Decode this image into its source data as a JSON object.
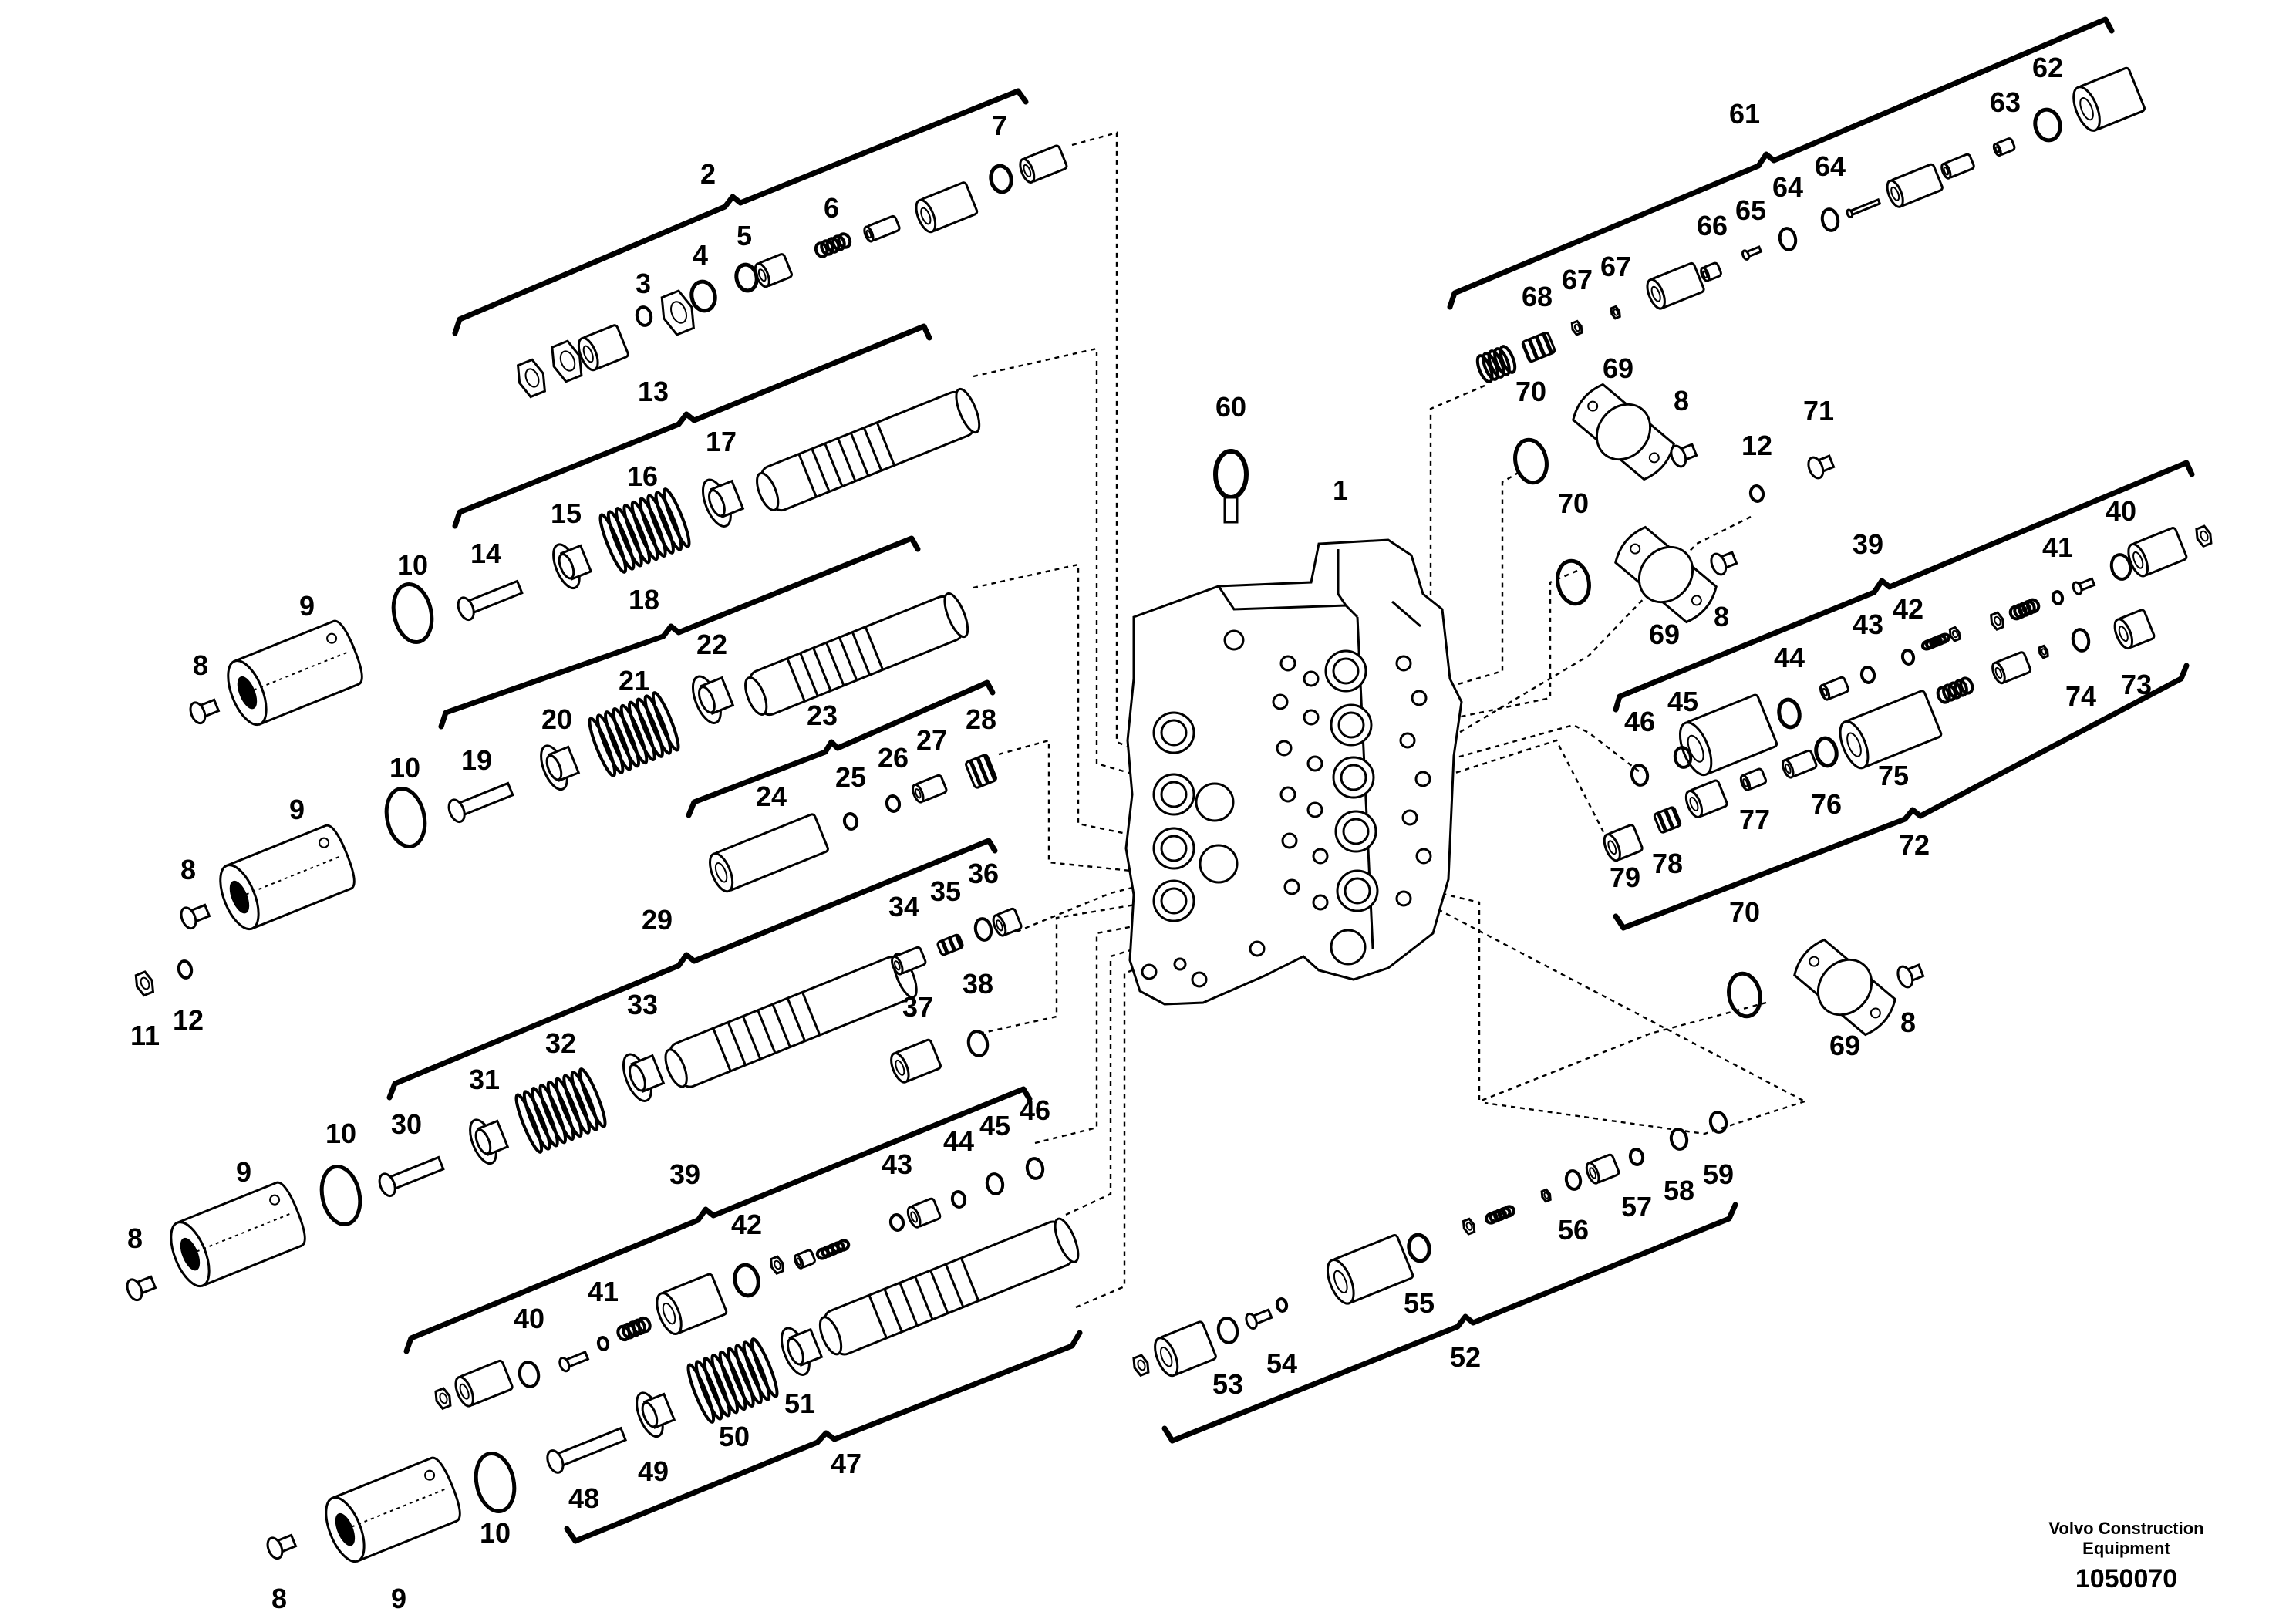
{
  "diagram": {
    "brand_line1": "Volvo Construction",
    "brand_line2": "Equipment",
    "figure_number": "1050070",
    "callouts": [
      {
        "id": "c1",
        "label": "1"
      },
      {
        "id": "c2",
        "label": "2"
      },
      {
        "id": "c3",
        "label": "3"
      },
      {
        "id": "c4",
        "label": "4"
      },
      {
        "id": "c5",
        "label": "5"
      },
      {
        "id": "c6",
        "label": "6"
      },
      {
        "id": "c7",
        "label": "7"
      },
      {
        "id": "c8a",
        "label": "8"
      },
      {
        "id": "c8b",
        "label": "8"
      },
      {
        "id": "c8c",
        "label": "8"
      },
      {
        "id": "c8d",
        "label": "8"
      },
      {
        "id": "c8e",
        "label": "8"
      },
      {
        "id": "c8f",
        "label": "8"
      },
      {
        "id": "c8g",
        "label": "8"
      },
      {
        "id": "c9a",
        "label": "9"
      },
      {
        "id": "c9b",
        "label": "9"
      },
      {
        "id": "c9c",
        "label": "9"
      },
      {
        "id": "c9d",
        "label": "9"
      },
      {
        "id": "c10a",
        "label": "10"
      },
      {
        "id": "c10b",
        "label": "10"
      },
      {
        "id": "c10c",
        "label": "10"
      },
      {
        "id": "c10d",
        "label": "10"
      },
      {
        "id": "c11",
        "label": "11"
      },
      {
        "id": "c12a",
        "label": "12"
      },
      {
        "id": "c12b",
        "label": "12"
      },
      {
        "id": "c13",
        "label": "13"
      },
      {
        "id": "c14",
        "label": "14"
      },
      {
        "id": "c15",
        "label": "15"
      },
      {
        "id": "c16",
        "label": "16"
      },
      {
        "id": "c17",
        "label": "17"
      },
      {
        "id": "c18",
        "label": "18"
      },
      {
        "id": "c19",
        "label": "19"
      },
      {
        "id": "c20",
        "label": "20"
      },
      {
        "id": "c21",
        "label": "21"
      },
      {
        "id": "c22",
        "label": "22"
      },
      {
        "id": "c23",
        "label": "23"
      },
      {
        "id": "c24",
        "label": "24"
      },
      {
        "id": "c25",
        "label": "25"
      },
      {
        "id": "c26",
        "label": "26"
      },
      {
        "id": "c27",
        "label": "27"
      },
      {
        "id": "c28",
        "label": "28"
      },
      {
        "id": "c29",
        "label": "29"
      },
      {
        "id": "c30",
        "label": "30"
      },
      {
        "id": "c31",
        "label": "31"
      },
      {
        "id": "c32",
        "label": "32"
      },
      {
        "id": "c33",
        "label": "33"
      },
      {
        "id": "c34",
        "label": "34"
      },
      {
        "id": "c35",
        "label": "35"
      },
      {
        "id": "c36",
        "label": "36"
      },
      {
        "id": "c37",
        "label": "37"
      },
      {
        "id": "c38",
        "label": "38"
      },
      {
        "id": "c39a",
        "label": "39"
      },
      {
        "id": "c39b",
        "label": "39"
      },
      {
        "id": "c40a",
        "label": "40"
      },
      {
        "id": "c40b",
        "label": "40"
      },
      {
        "id": "c41a",
        "label": "41"
      },
      {
        "id": "c41b",
        "label": "41"
      },
      {
        "id": "c42a",
        "label": "42"
      },
      {
        "id": "c42b",
        "label": "42"
      },
      {
        "id": "c43a",
        "label": "43"
      },
      {
        "id": "c43b",
        "label": "43"
      },
      {
        "id": "c44a",
        "label": "44"
      },
      {
        "id": "c44b",
        "label": "44"
      },
      {
        "id": "c45a",
        "label": "45"
      },
      {
        "id": "c45b",
        "label": "45"
      },
      {
        "id": "c46a",
        "label": "46"
      },
      {
        "id": "c46b",
        "label": "46"
      },
      {
        "id": "c47",
        "label": "47"
      },
      {
        "id": "c48",
        "label": "48"
      },
      {
        "id": "c49",
        "label": "49"
      },
      {
        "id": "c50",
        "label": "50"
      },
      {
        "id": "c51",
        "label": "51"
      },
      {
        "id": "c52",
        "label": "52"
      },
      {
        "id": "c53",
        "label": "53"
      },
      {
        "id": "c54",
        "label": "54"
      },
      {
        "id": "c55",
        "label": "55"
      },
      {
        "id": "c56",
        "label": "56"
      },
      {
        "id": "c57",
        "label": "57"
      },
      {
        "id": "c58",
        "label": "58"
      },
      {
        "id": "c59",
        "label": "59"
      },
      {
        "id": "c60",
        "label": "60"
      },
      {
        "id": "c61",
        "label": "61"
      },
      {
        "id": "c62",
        "label": "62"
      },
      {
        "id": "c63",
        "label": "63"
      },
      {
        "id": "c64a",
        "label": "64"
      },
      {
        "id": "c64b",
        "label": "64"
      },
      {
        "id": "c65",
        "label": "65"
      },
      {
        "id": "c66",
        "label": "66"
      },
      {
        "id": "c67a",
        "label": "67"
      },
      {
        "id": "c67b",
        "label": "67"
      },
      {
        "id": "c68",
        "label": "68"
      },
      {
        "id": "c69a",
        "label": "69"
      },
      {
        "id": "c69b",
        "label": "69"
      },
      {
        "id": "c69c",
        "label": "69"
      },
      {
        "id": "c70a",
        "label": "70"
      },
      {
        "id": "c70b",
        "label": "70"
      },
      {
        "id": "c70c",
        "label": "70"
      },
      {
        "id": "c71",
        "label": "71"
      },
      {
        "id": "c72",
        "label": "72"
      },
      {
        "id": "c73",
        "label": "73"
      },
      {
        "id": "c74",
        "label": "74"
      },
      {
        "id": "c75",
        "label": "75"
      },
      {
        "id": "c76",
        "label": "76"
      },
      {
        "id": "c77",
        "label": "77"
      },
      {
        "id": "c78",
        "label": "78"
      },
      {
        "id": "c79",
        "label": "79"
      }
    ]
  }
}
